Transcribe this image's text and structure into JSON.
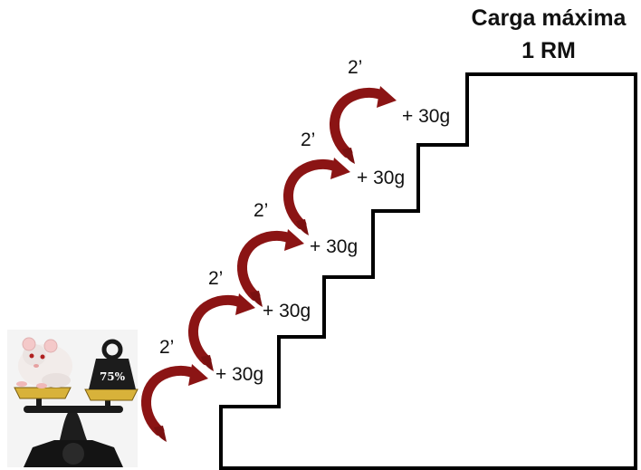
{
  "title": {
    "line1": "Carga máxima",
    "line2": "1 RM"
  },
  "scale_weight_label": "75%",
  "steps": [
    {
      "time": "2’",
      "increment": "+ 30g"
    },
    {
      "time": "2’",
      "increment": "+ 30g"
    },
    {
      "time": "2’",
      "increment": "+ 30g"
    },
    {
      "time": "2’",
      "increment": "+ 30g"
    },
    {
      "time": "2’",
      "increment": "+ 30g"
    }
  ],
  "colors": {
    "arrow": "#8b1414",
    "stairs": "#000000",
    "scale": "#141414",
    "pan": "#d8b23a"
  }
}
